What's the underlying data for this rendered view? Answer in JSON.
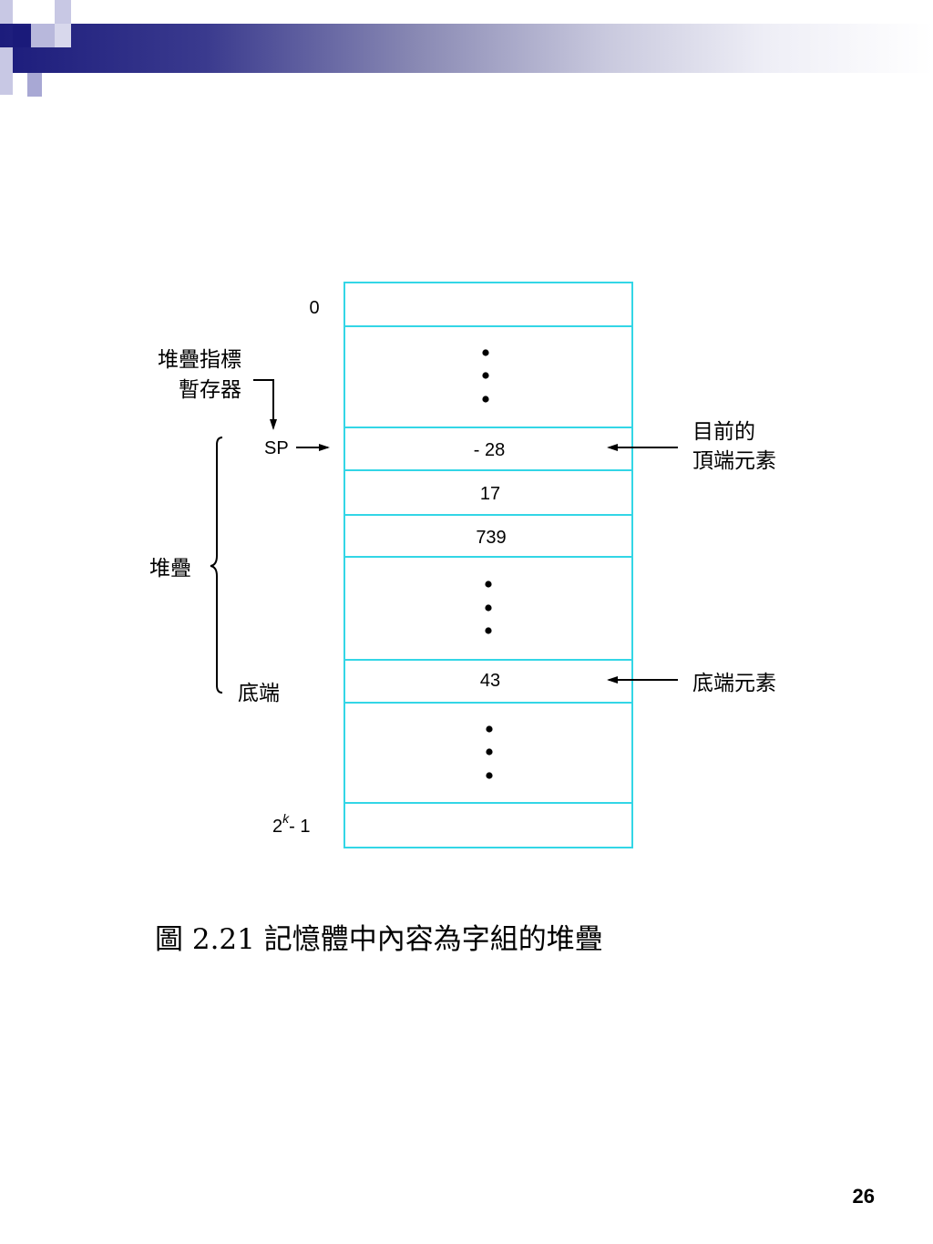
{
  "diagram": {
    "address_top": "0",
    "address_bottom_base": "2",
    "address_bottom_exp": "k",
    "address_bottom_rest": "- 1",
    "sp_register_label_line1": "堆疊指標",
    "sp_register_label_line2": "暫存器",
    "sp_label": "SP",
    "stack_label": "堆疊",
    "bottom_label": "底端",
    "top_element_label_line1": "目前的",
    "top_element_label_line2": "頂端元素",
    "bottom_element_label": "底端元素",
    "cells": [
      "- 28",
      "17",
      "739",
      "43"
    ],
    "colors": {
      "memory_border": "#33d6e6",
      "text": "#000000"
    }
  },
  "caption": "圖 2.21  記憶體中內容為字組的堆疊",
  "page_number": "26",
  "header": {
    "colors": {
      "dark": "#1c1c7c",
      "light": "#b0b0d8"
    }
  }
}
